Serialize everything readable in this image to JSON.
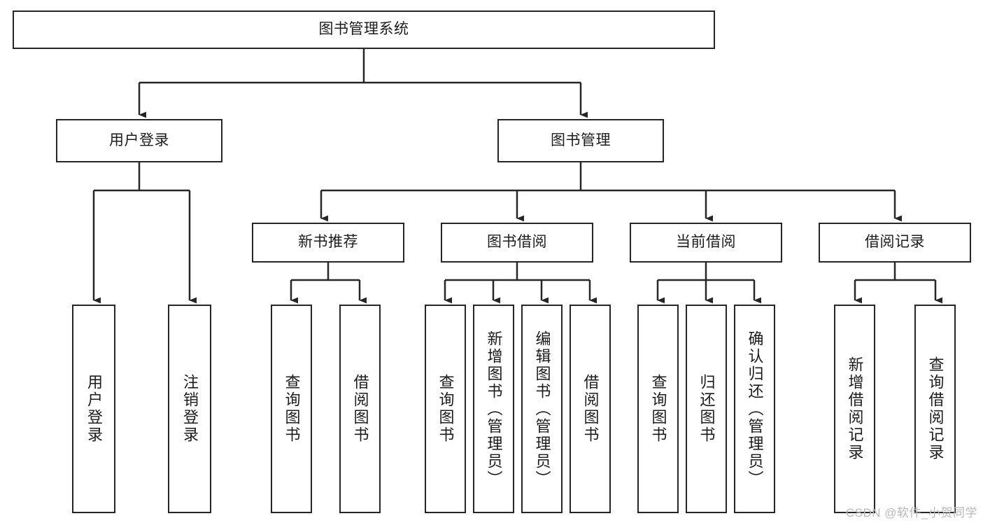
{
  "diagram": {
    "type": "hierarchy-tree",
    "title": "图书管理系统",
    "watermark": "CSDN @软件_小贺同学",
    "colors": {
      "stroke": "#262626",
      "background": "#ffffff",
      "text": "#1c1c1c",
      "watermark": "#b9b9b9"
    },
    "levels": {
      "level1": [
        {
          "id": "root",
          "label": "图书管理系统"
        }
      ],
      "level2": [
        {
          "id": "user-login",
          "label": "用户登录",
          "parent": "root"
        },
        {
          "id": "book-manage",
          "label": "图书管理",
          "parent": "root"
        }
      ],
      "level3": [
        {
          "id": "new-book-recommend",
          "label": "新书推荐",
          "parent": "book-manage"
        },
        {
          "id": "book-borrow",
          "label": "图书借阅",
          "parent": "book-manage"
        },
        {
          "id": "current-borrow",
          "label": "当前借阅",
          "parent": "book-manage"
        },
        {
          "id": "borrow-record",
          "label": "借阅记录",
          "parent": "book-manage"
        }
      ],
      "leaves": [
        {
          "id": "leaf-user-login",
          "label": "用户登录",
          "parent": "user-login"
        },
        {
          "id": "leaf-logout",
          "label": "注销登录",
          "parent": "user-login"
        },
        {
          "id": "leaf-query-book-1",
          "label": "查询图书",
          "parent": "new-book-recommend"
        },
        {
          "id": "leaf-borrow-book-1",
          "label": "借阅图书",
          "parent": "new-book-recommend"
        },
        {
          "id": "leaf-query-book-2",
          "label": "查询图书",
          "parent": "book-borrow"
        },
        {
          "id": "leaf-add-book",
          "label": "新增图书（管理员）",
          "parent": "book-borrow"
        },
        {
          "id": "leaf-edit-book",
          "label": "编辑图书（管理员）",
          "parent": "book-borrow"
        },
        {
          "id": "leaf-borrow-book-2",
          "label": "借阅图书",
          "parent": "book-borrow"
        },
        {
          "id": "leaf-query-book-3",
          "label": "查询图书",
          "parent": "current-borrow"
        },
        {
          "id": "leaf-return-book",
          "label": "归还图书",
          "parent": "current-borrow"
        },
        {
          "id": "leaf-confirm-return",
          "label": "确认归还（管理员）",
          "parent": "current-borrow"
        },
        {
          "id": "leaf-add-record",
          "label": "新增借阅记录",
          "parent": "borrow-record"
        },
        {
          "id": "leaf-query-record",
          "label": "查询借阅记录",
          "parent": "borrow-record"
        }
      ]
    }
  }
}
